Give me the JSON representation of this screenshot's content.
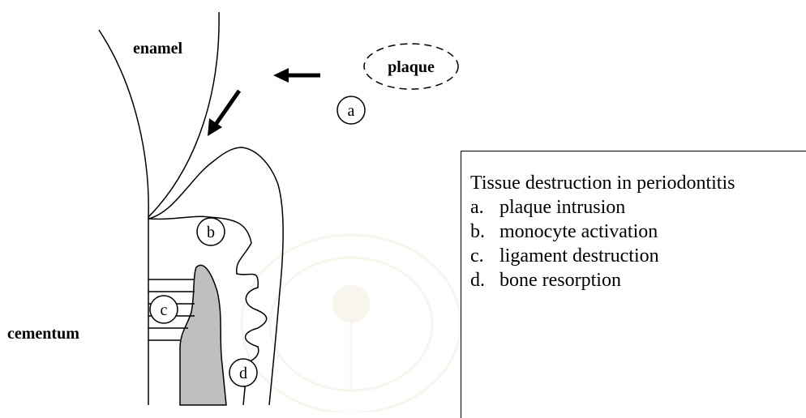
{
  "diagram": {
    "labels": {
      "enamel": "enamel",
      "plaque": "plaque",
      "cementum": "cementum"
    },
    "markers": {
      "a": "a",
      "b": "b",
      "c": "c",
      "d": "d"
    }
  },
  "legend": {
    "title": "Tissue destruction in periodontitis",
    "items": [
      {
        "letter": "a.",
        "text": "plaque intrusion"
      },
      {
        "letter": "b.",
        "text": "monocyte activation"
      },
      {
        "letter": "c.",
        "text": "ligament destruction"
      },
      {
        "letter": "d.",
        "text": "bone resorption"
      }
    ]
  }
}
